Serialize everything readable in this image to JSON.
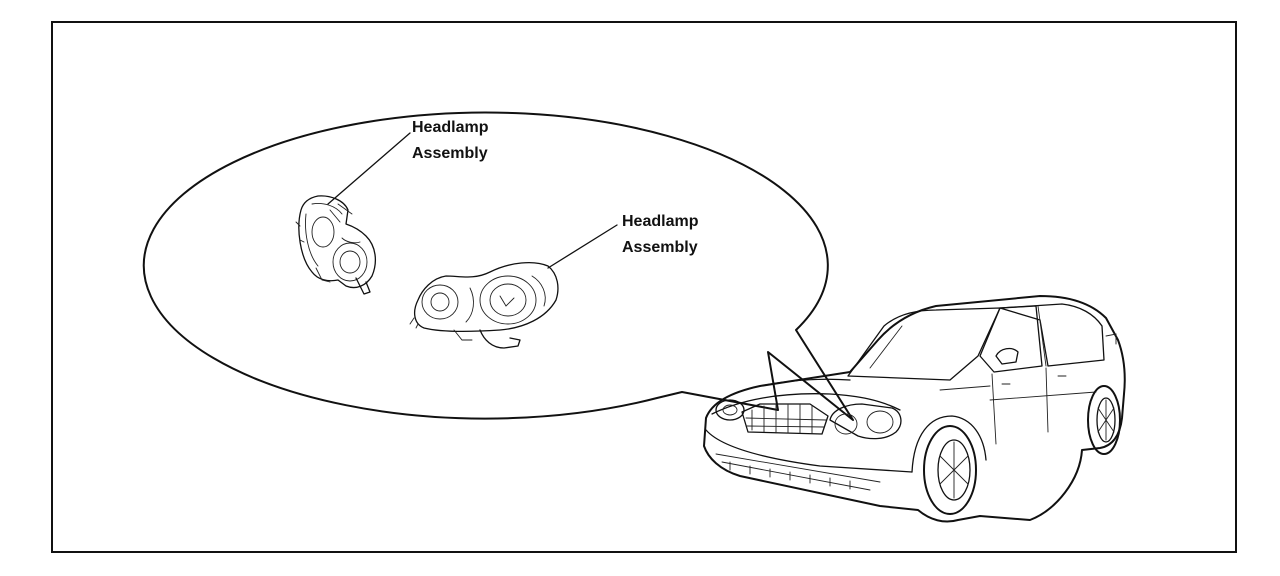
{
  "figure": {
    "callouts": [
      {
        "line1": "Headlamp",
        "line2": "Assembly"
      },
      {
        "line1": "Headlamp",
        "line2": "Assembly"
      }
    ]
  }
}
